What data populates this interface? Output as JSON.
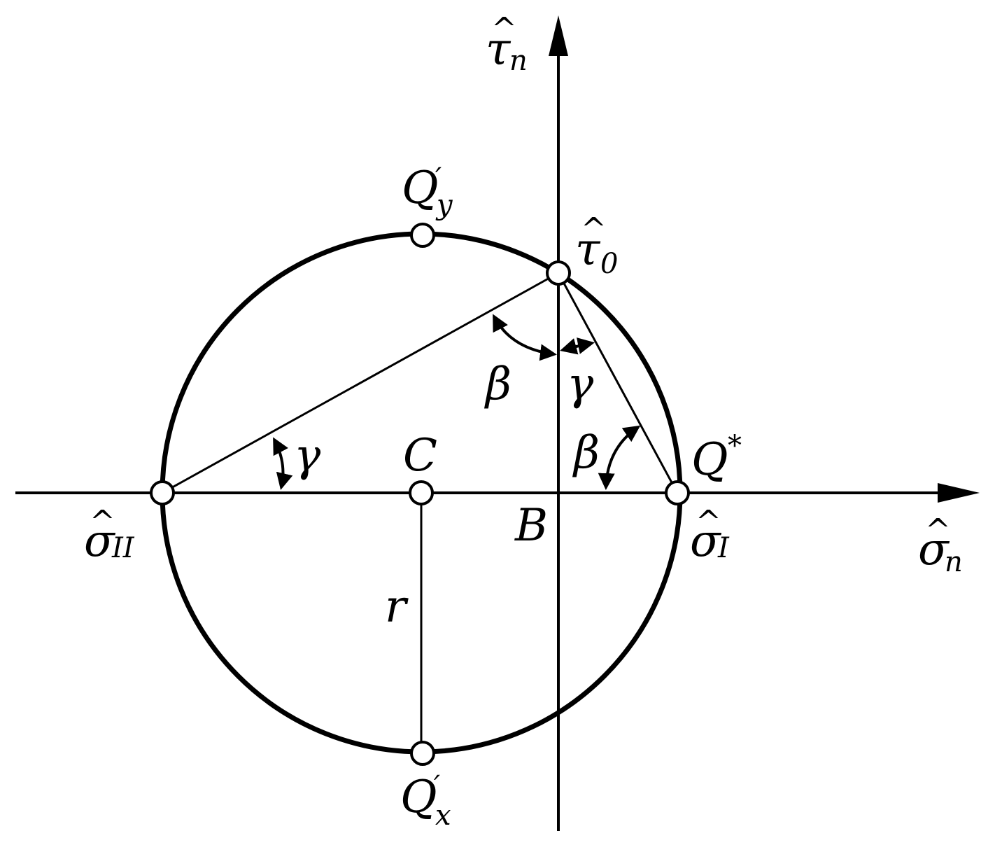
{
  "labels": {
    "tau_axis": {
      "base": "τ",
      "hat": "^",
      "sub": "n"
    },
    "sigma_axis": {
      "base": "σ",
      "hat": "^",
      "sub": "n"
    },
    "qy": {
      "base": "Q",
      "prime": "′",
      "sub": "y"
    },
    "qx": {
      "base": "Q",
      "prime": "′",
      "sub": "x"
    },
    "tau0": {
      "base": "τ",
      "hat": "^",
      "sub": "0"
    },
    "qstar": {
      "base": "Q",
      "sup": "*"
    },
    "sigma1": {
      "base": "σ",
      "hat": "^",
      "sub": "I"
    },
    "sigma2": {
      "base": "σ",
      "hat": "^",
      "sub": "II"
    },
    "center": "C",
    "origin": "B",
    "radius": "r",
    "beta": "β",
    "gamma": "γ"
  }
}
